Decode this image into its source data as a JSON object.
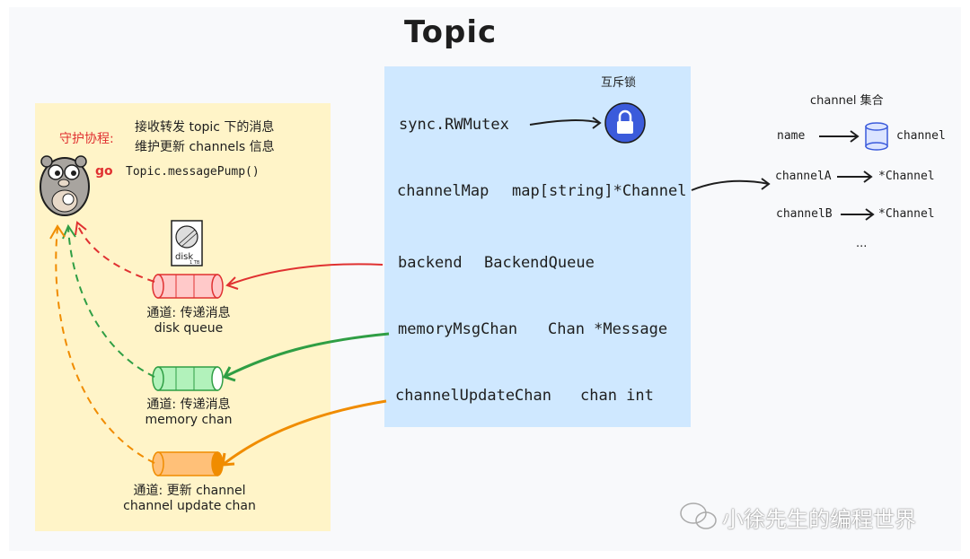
{
  "title": "Topic",
  "goroutine": {
    "guard_label": "守护协程:",
    "desc_line1": "接收转发 topic 下的消息",
    "desc_line2": "维护更新 channels 信息",
    "go_keyword": "go",
    "call": "Topic.messagePump()"
  },
  "disk": {
    "label": "disk",
    "size": "1 TB"
  },
  "queues": [
    {
      "line1": "通道: 传递消息",
      "line2": "disk queue",
      "color": "#e03131",
      "fill": "#ffc9c9"
    },
    {
      "line1": "通道: 传递消息",
      "line2": "memory chan",
      "color": "#2f9e44",
      "fill": "#b2f2bb"
    },
    {
      "line1": "通道: 更新 channel",
      "line2": "channel update chan",
      "color": "#f08c00",
      "fill": "#ffc078"
    }
  ],
  "mutex_label": "互斥锁",
  "fields": [
    {
      "name": "sync.RWMutex",
      "type": ""
    },
    {
      "name": "channelMap",
      "type": "map[string]*Channel"
    },
    {
      "name": "backend",
      "type": "BackendQueue"
    },
    {
      "name": "memoryMsgChan",
      "type": "Chan *Message"
    },
    {
      "name": "channelUpdateChan",
      "type": "chan int"
    }
  ],
  "channel_set": {
    "title": "channel 集合",
    "name_label": "name",
    "channel_label": "channel",
    "entries": [
      {
        "key": "channelA",
        "value": "*Channel"
      },
      {
        "key": "channelB",
        "value": "*Channel"
      }
    ],
    "ellipsis": "..."
  },
  "watermark": "小徐先生的编程世界",
  "colors": {
    "yellow": "#fff4c8",
    "blue": "#cfe8ff",
    "lock": "#3b5bdb"
  }
}
